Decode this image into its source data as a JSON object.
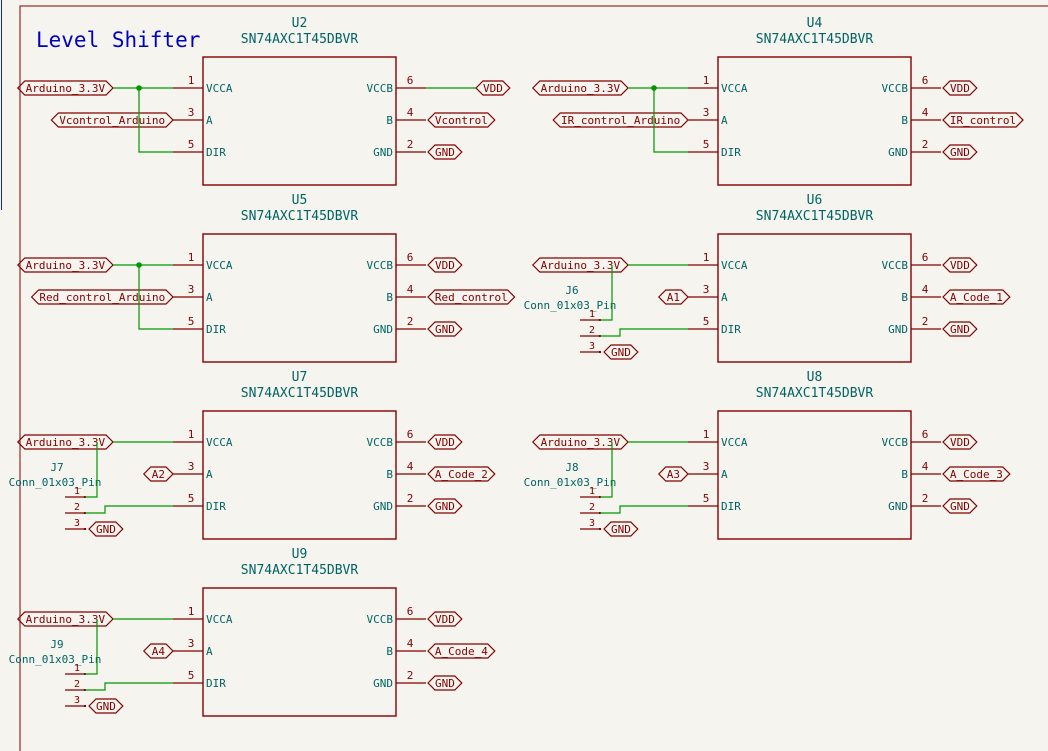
{
  "sheet": {
    "title": "Level Shifter",
    "colors": {
      "background": "#f5f4ef",
      "symbol_body": "#840000",
      "reference_text": "#006464",
      "label": "#840000",
      "wire": "#009600",
      "junction": "#009600",
      "frame": "#840000",
      "title_text": "#0000c2"
    }
  },
  "part_number": "SN74AXC1T45DBVR",
  "pins": {
    "vcca": {
      "num": "1",
      "name": "VCCA"
    },
    "a": {
      "num": "3",
      "name": "A"
    },
    "dir": {
      "num": "5",
      "name": "DIR"
    },
    "vccb": {
      "num": "6",
      "name": "VCCB"
    },
    "b": {
      "num": "4",
      "name": "B"
    },
    "gnd": {
      "num": "2",
      "name": "GND"
    }
  },
  "chips": [
    {
      "ref": "U2",
      "vcca_net": "Arduino_3.3V",
      "a_net": "Vcontrol_Arduino",
      "vccb_net": "VDD",
      "b_net": "Vcontrol",
      "gnd_net": "GND",
      "dir_source": "vcca"
    },
    {
      "ref": "U4",
      "vcca_net": "Arduino_3.3V",
      "a_net": "IR_control_Arduino",
      "vccb_net": "VDD",
      "b_net": "IR_control",
      "gnd_net": "GND",
      "dir_source": "vcca"
    },
    {
      "ref": "U5",
      "vcca_net": "Arduino_3.3V",
      "a_net": "Red_control_Arduino",
      "vccb_net": "VDD",
      "b_net": "Red_control",
      "gnd_net": "GND",
      "dir_source": "vcca"
    },
    {
      "ref": "U6",
      "vcca_net": "Arduino_3.3V",
      "a_net": "A1",
      "vccb_net": "VDD",
      "b_net": "A_Code_1",
      "gnd_net": "GND",
      "dir_source": "connector",
      "connector": {
        "ref": "J6",
        "value": "Conn_01x03_Pin",
        "pins": [
          "1",
          "2",
          "3"
        ],
        "gnd_net": "GND"
      }
    },
    {
      "ref": "U7",
      "vcca_net": "Arduino_3.3V",
      "a_net": "A2",
      "vccb_net": "VDD",
      "b_net": "A_Code_2",
      "gnd_net": "GND",
      "dir_source": "connector",
      "connector": {
        "ref": "J7",
        "value": "Conn_01x03_Pin",
        "pins": [
          "1",
          "2",
          "3"
        ],
        "gnd_net": "GND"
      }
    },
    {
      "ref": "U8",
      "vcca_net": "Arduino_3.3V",
      "a_net": "A3",
      "vccb_net": "VDD",
      "b_net": "A_Code_3",
      "gnd_net": "GND",
      "dir_source": "connector",
      "connector": {
        "ref": "J8",
        "value": "Conn_01x03_Pin",
        "pins": [
          "1",
          "2",
          "3"
        ],
        "gnd_net": "GND"
      }
    },
    {
      "ref": "U9",
      "vcca_net": "Arduino_3.3V",
      "a_net": "A4",
      "vccb_net": "VDD",
      "b_net": "A_Code_4",
      "gnd_net": "GND",
      "dir_source": "connector",
      "connector": {
        "ref": "J9",
        "value": "Conn_01x03_Pin",
        "pins": [
          "1",
          "2",
          "3"
        ],
        "gnd_net": "GND"
      }
    }
  ]
}
